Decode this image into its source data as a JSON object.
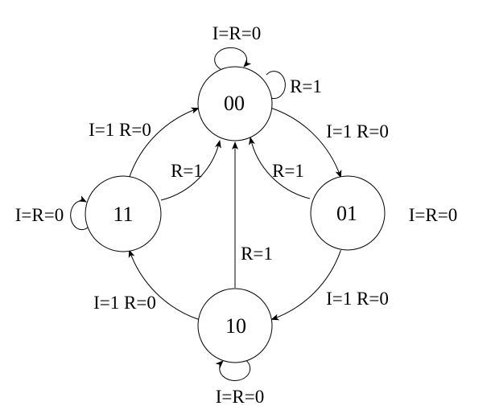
{
  "diagram": {
    "type": "finite-state-machine",
    "background_color": "#ffffff",
    "line_color": "#000000",
    "states": [
      {
        "id": "00",
        "label": "00",
        "position": "top"
      },
      {
        "id": "01",
        "label": "01",
        "position": "right"
      },
      {
        "id": "10",
        "label": "10",
        "position": "bottom"
      },
      {
        "id": "11",
        "label": "11",
        "position": "left"
      }
    ],
    "transitions": [
      {
        "from": "00",
        "to": "00",
        "label": "I=R=0",
        "kind": "self-loop-top"
      },
      {
        "from": "00",
        "to": "00",
        "label": "R=1",
        "kind": "self-loop-upper-right"
      },
      {
        "from": "11",
        "to": "00",
        "label": "I=1 R=0",
        "kind": "outer-arc-top-left"
      },
      {
        "from": "00",
        "to": "01",
        "label": "I=1 R=0",
        "kind": "outer-arc-top-right"
      },
      {
        "from": "11",
        "to": "00",
        "label": "R=1",
        "kind": "inner-curve-left"
      },
      {
        "from": "01",
        "to": "00",
        "label": "R=1",
        "kind": "inner-curve-right"
      },
      {
        "from": "10",
        "to": "00",
        "label": "R=1",
        "kind": "straight-vertical"
      },
      {
        "from": "10",
        "to": "11",
        "label": "I=1 R=0",
        "kind": "outer-arc-bottom-left"
      },
      {
        "from": "01",
        "to": "10",
        "label": "I=1 R=0",
        "kind": "outer-arc-bottom-right"
      },
      {
        "from": "11",
        "to": "11",
        "label": "I=R=0",
        "kind": "self-loop-left"
      },
      {
        "from": "01",
        "to": "01",
        "label": "I=R=0",
        "kind": "self-loop-right"
      },
      {
        "from": "10",
        "to": "10",
        "label": "I=R=0",
        "kind": "self-loop-bottom"
      }
    ]
  }
}
